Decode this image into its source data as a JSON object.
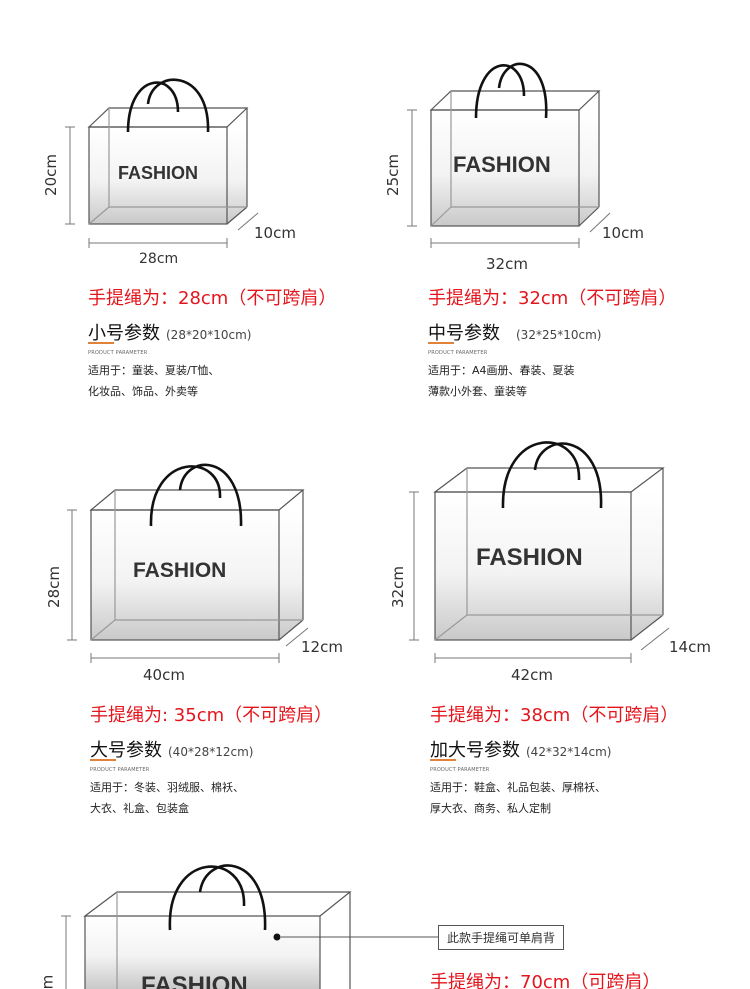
{
  "bags": [
    {
      "brand": "FASHION",
      "height_dim": "20cm",
      "depth_dim": "10cm",
      "width_dim": "28cm",
      "rope_text": "手提绳为：28cm（不可跨肩）",
      "name": "小号参数",
      "spec": "(28*20*10cm)",
      "param_label": "PRODUCT PARAMETER",
      "use_line1": "适用于：童装、夏装/T恤、",
      "use_line2": "化妆品、饰品、外卖等"
    },
    {
      "brand": "FASHION",
      "height_dim": "25cm",
      "depth_dim": "10cm",
      "width_dim": "32cm",
      "rope_text": "手提绳为：32cm（不可跨肩）",
      "name": "中号参数",
      "spec": "(32*25*10cm)",
      "param_label": "PRODUCT PARAMETER",
      "use_line1": "适用于：A4画册、春装、夏装",
      "use_line2": "薄款小外套、童装等"
    },
    {
      "brand": "FASHION",
      "height_dim": "28cm",
      "depth_dim": "12cm",
      "width_dim": "40cm",
      "rope_text": "手提绳为: 35cm（不可跨肩）",
      "name": "大号参数",
      "spec": "(40*28*12cm)",
      "param_label": "PRODUCT PARAMETER",
      "use_line1": "适用于：冬装、羽绒服、棉袄、",
      "use_line2": "大衣、礼盒、包装盒"
    },
    {
      "brand": "FASHION",
      "height_dim": "32cm",
      "depth_dim": "14cm",
      "width_dim": "42cm",
      "rope_text": "手提绳为：38cm（不可跨肩）",
      "name": "加大号参数",
      "spec": "(42*32*14cm)",
      "param_label": "PRODUCT PARAMETER",
      "use_line1": "适用于：鞋盒、礼品包装、厚棉袄、",
      "use_line2": "厚大衣、商务、私人定制"
    }
  ],
  "bottom": {
    "brand": "FASHION",
    "height_dim": "m",
    "note": "此款手提绳可单肩背",
    "rope_text": "手提绳为：70cm（可跨肩）"
  },
  "colors": {
    "accent_red": "#e4161d",
    "underline_orange": "#e0823a"
  }
}
